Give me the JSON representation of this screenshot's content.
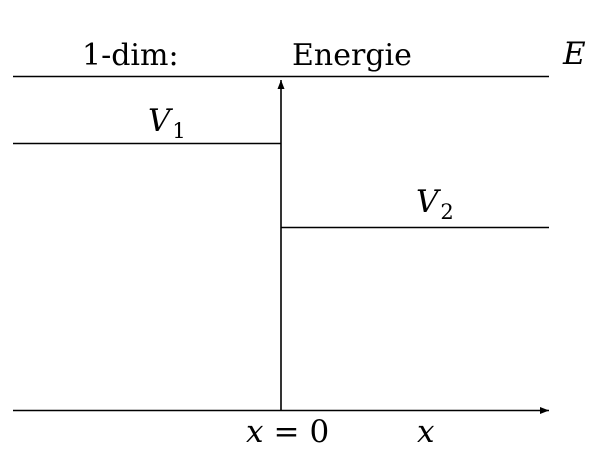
{
  "diagram": {
    "scenario_label": "1-dim:",
    "axis_label": "Energie",
    "energy_symbol": "E",
    "left_level": {
      "symbol": "V",
      "subscript": "1"
    },
    "right_level": {
      "symbol": "V",
      "subscript": "2"
    },
    "origin": {
      "variable": "x",
      "relation": "=",
      "value": "0"
    },
    "x_axis_symbol": "x"
  }
}
